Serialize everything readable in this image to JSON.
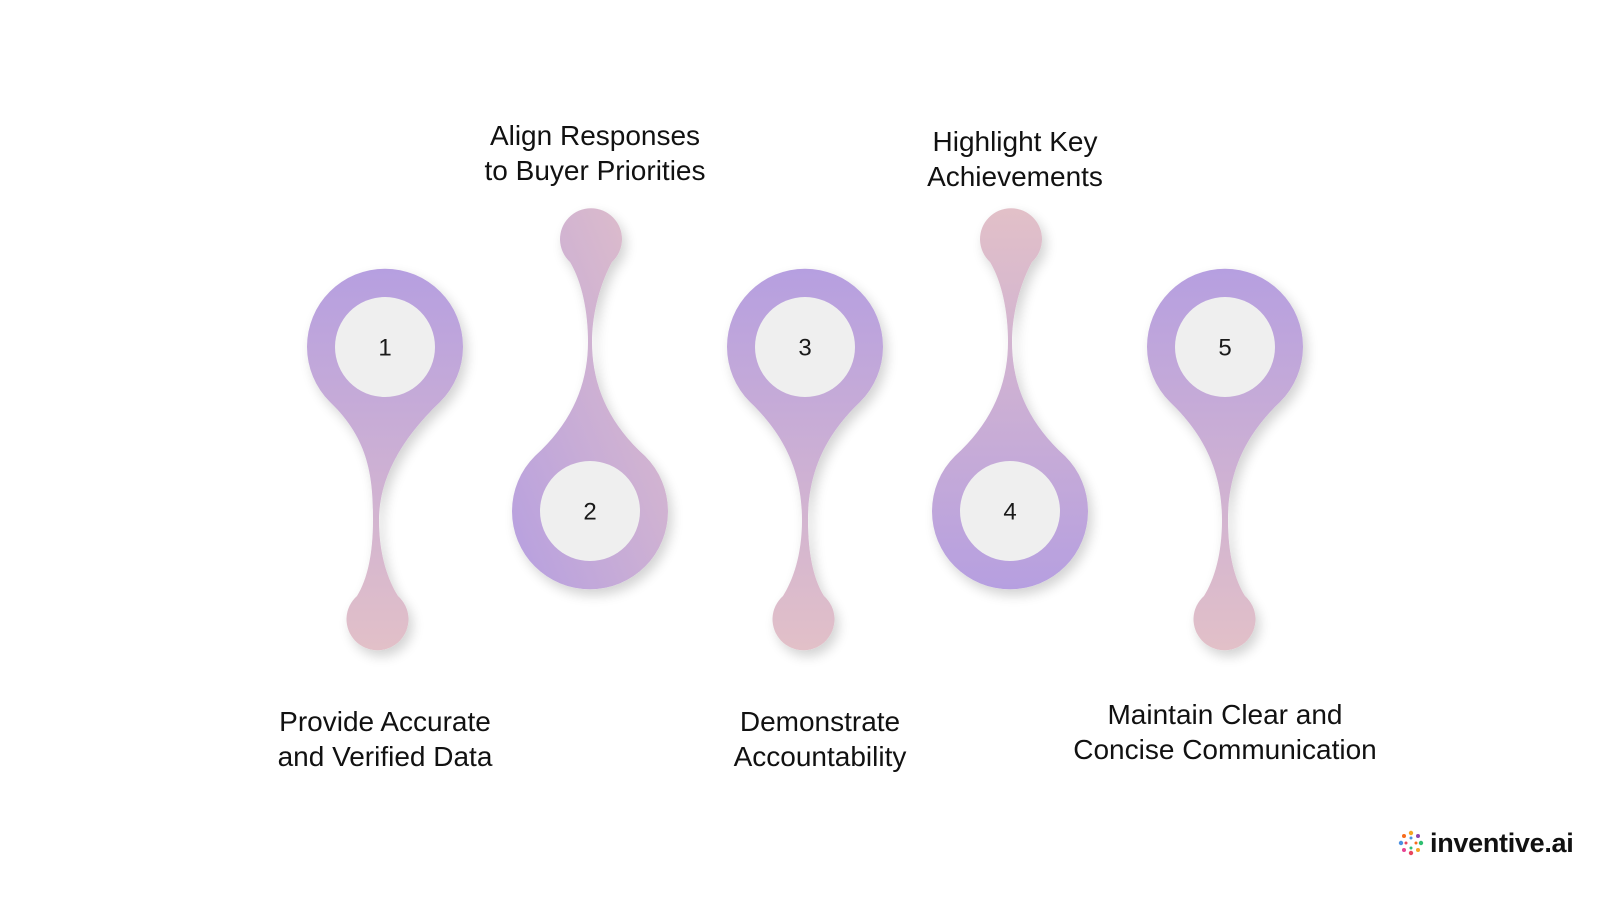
{
  "colors": {
    "lavender": "#b69fe0",
    "pink": "#ddbcc8",
    "inner_circle": "#efefef",
    "text": "#111111"
  },
  "steps": [
    {
      "number": "1",
      "line1": "Provide Accurate",
      "line2": "and Verified Data"
    },
    {
      "number": "2",
      "line1": "Align Responses",
      "line2": "to Buyer Priorities"
    },
    {
      "number": "3",
      "line1": "Demonstrate",
      "line2": "Accountability"
    },
    {
      "number": "4",
      "line1": "Highlight Key",
      "line2": "Achievements"
    },
    {
      "number": "5",
      "line1": "Maintain Clear and",
      "line2": "Concise Communication"
    }
  ],
  "brand": {
    "name": "inventive.ai",
    "logo_icon": "sparkle-dots-icon"
  }
}
